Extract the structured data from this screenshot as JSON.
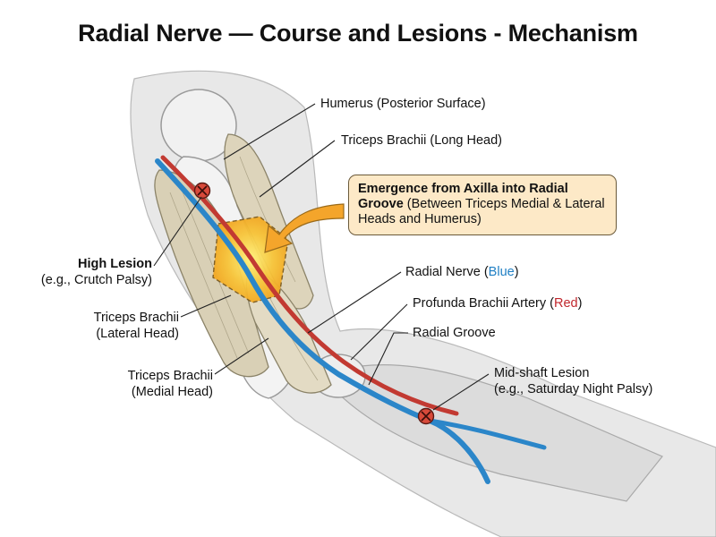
{
  "title": "Radial Nerve — Course and Lesions - Mechanism",
  "labels": {
    "humerus": "Humerus (Posterior Surface)",
    "triceps_long": "Triceps Brachii (Long Head)",
    "high_lesion_title": "High Lesion",
    "high_lesion_example": "(e.g., Crutch Palsy)",
    "triceps_lateral_line1": "Triceps Brachii",
    "triceps_lateral_line2": "(Lateral Head)",
    "triceps_medial_line1": "Triceps Brachii",
    "triceps_medial_line2": "(Medial Head)",
    "radial_nerve_prefix": "Radial Nerve (",
    "radial_nerve_color": "Blue",
    "radial_nerve_suffix": ")",
    "artery_prefix": "Profunda Brachii Artery (",
    "artery_color": "Red",
    "artery_suffix": ")",
    "radial_groove": "Radial Groove",
    "midshaft_title": "Mid-shaft Lesion",
    "midshaft_example": "(e.g., Saturday Night Palsy)"
  },
  "callout": {
    "bold": "Emergence from Axilla into Radial Groove",
    "rest": " (Between Triceps Medial & Lateral Heads and Humerus)"
  },
  "colors": {
    "nerve": "#2b86c9",
    "artery": "#c23a32",
    "lesion_marker": "#d84a3a",
    "highlight": "#f6b42a",
    "callout_bg": "#fde9c7"
  }
}
